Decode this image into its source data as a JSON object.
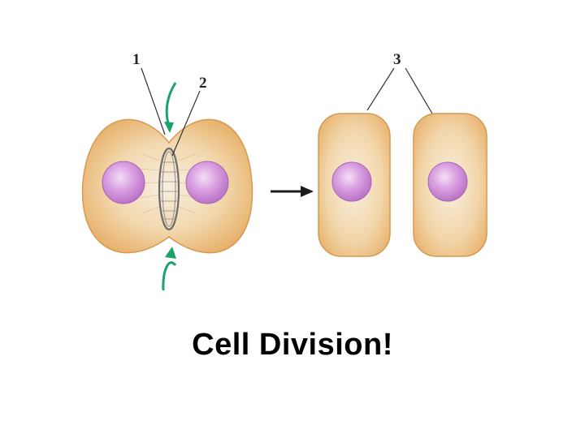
{
  "labels": {
    "label_1": "1",
    "label_2": "2",
    "label_3": "3"
  },
  "caption": "Cell Division!",
  "colors": {
    "cytoplasm_edge": "#e9b56e",
    "cytoplasm_center": "#f7ead6",
    "nucleus": "#c77fd0",
    "nucleus_highlight": "#f2dcf4",
    "arrow_green": "#1aa36a",
    "arrow_dark": "#1c1c1c"
  },
  "icons": {
    "division_arrow": "right-arrow-icon",
    "pinch_arrows": "curved-green-arrow-icon"
  }
}
